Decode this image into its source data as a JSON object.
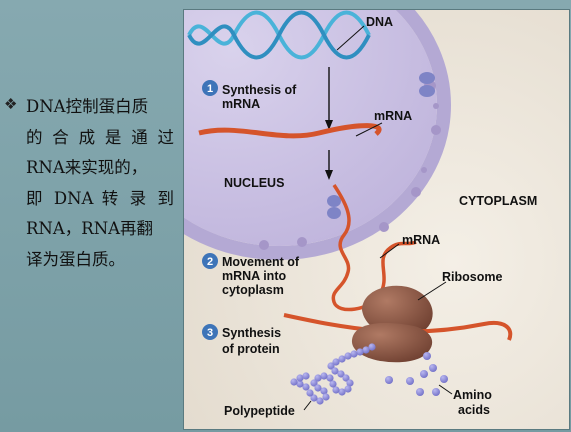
{
  "slide": {
    "bullet_icon": "diamond-bullet-icon",
    "text_lines": [
      "DNA控制蛋白质",
      "的 合 成 是 通 过",
      "RNA来实现的，",
      "即 DNA 转 录 到",
      "RNA，RNA再翻",
      "译为蛋白质。"
    ]
  },
  "figure": {
    "labels": {
      "dna": "DNA",
      "mrna_top": "mRNA",
      "mrna_mid": "mRNA",
      "nucleus": "NUCLEUS",
      "cytoplasm": "CYTOPLASM",
      "ribosome": "Ribosome",
      "polypeptide": "Polypeptide",
      "amino_1": "Amino",
      "amino_2": "acids"
    },
    "steps": [
      {
        "number": "1",
        "line1": "Synthesis of",
        "line2": "mRNA",
        "line3": ""
      },
      {
        "number": "2",
        "line1": "Movement of",
        "line2": "mRNA into",
        "line3": "cytoplasm"
      },
      {
        "number": "3",
        "line1": "Synthesis",
        "line2": "of protein",
        "line3": ""
      }
    ],
    "colors": {
      "nucleus_fill": "#cfc6e4",
      "nuclear_envelope": "#b4a9d4",
      "cytoplasm": "#ede7dd",
      "dna": "#4ab3d9",
      "mrna": "#d5542b",
      "ribosome": "#8b5a48",
      "amino_acid": "#8c8ad8",
      "step_badge": "#3d74b8"
    }
  }
}
